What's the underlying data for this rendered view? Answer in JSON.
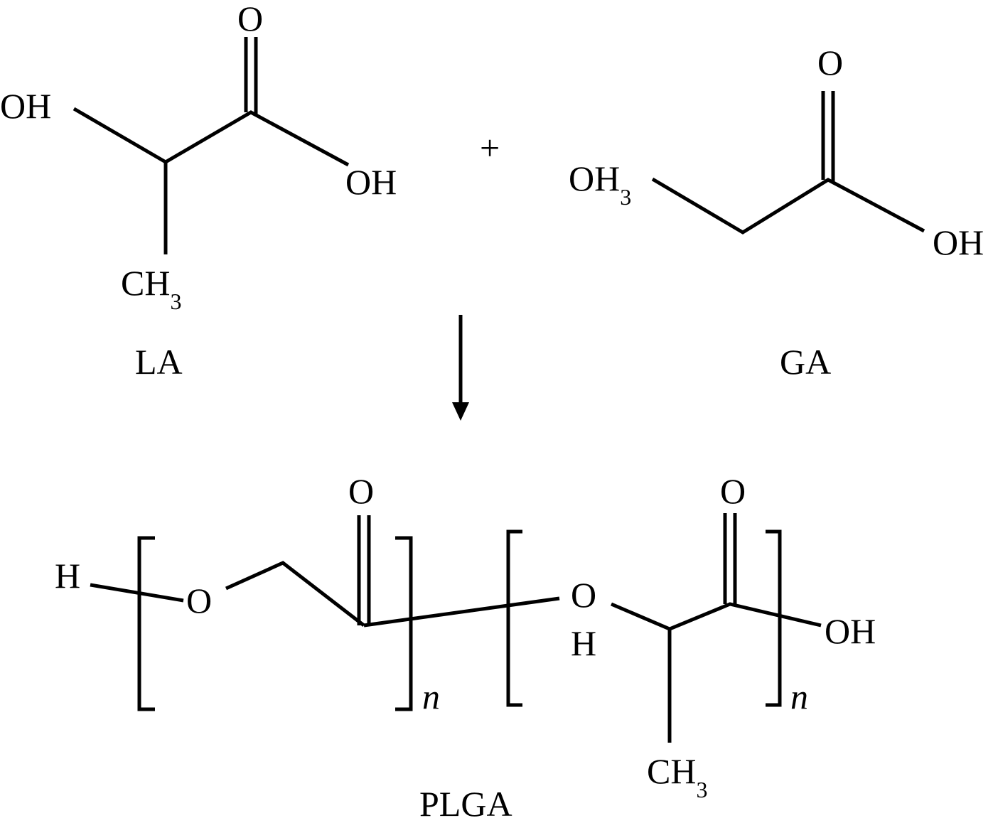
{
  "reactants": {
    "la": {
      "name": "LA",
      "atoms": {
        "hydroxyl_left": "OH",
        "carbonyl_o": "O",
        "acid_oh": "OH",
        "methyl": "CH",
        "methyl_sub": "3"
      }
    },
    "plus": "+",
    "ga": {
      "name": "GA",
      "atoms": {
        "hydroxyl_left": "OH",
        "hydroxyl_sub": "3",
        "carbonyl_o": "O",
        "acid_oh": "OH"
      }
    }
  },
  "product": {
    "name": "PLGA",
    "atoms": {
      "h_end": "H",
      "o1": "O",
      "carbonyl_o1": "O",
      "o2": "O",
      "o2_h": "H",
      "carbonyl_o2": "O",
      "acid_oh": "OH",
      "methyl": "CH",
      "methyl_sub": "3"
    },
    "repeat_label_1": "n",
    "repeat_label_2": "n"
  },
  "colors": {
    "ink": "#000000",
    "background": "#ffffff"
  }
}
